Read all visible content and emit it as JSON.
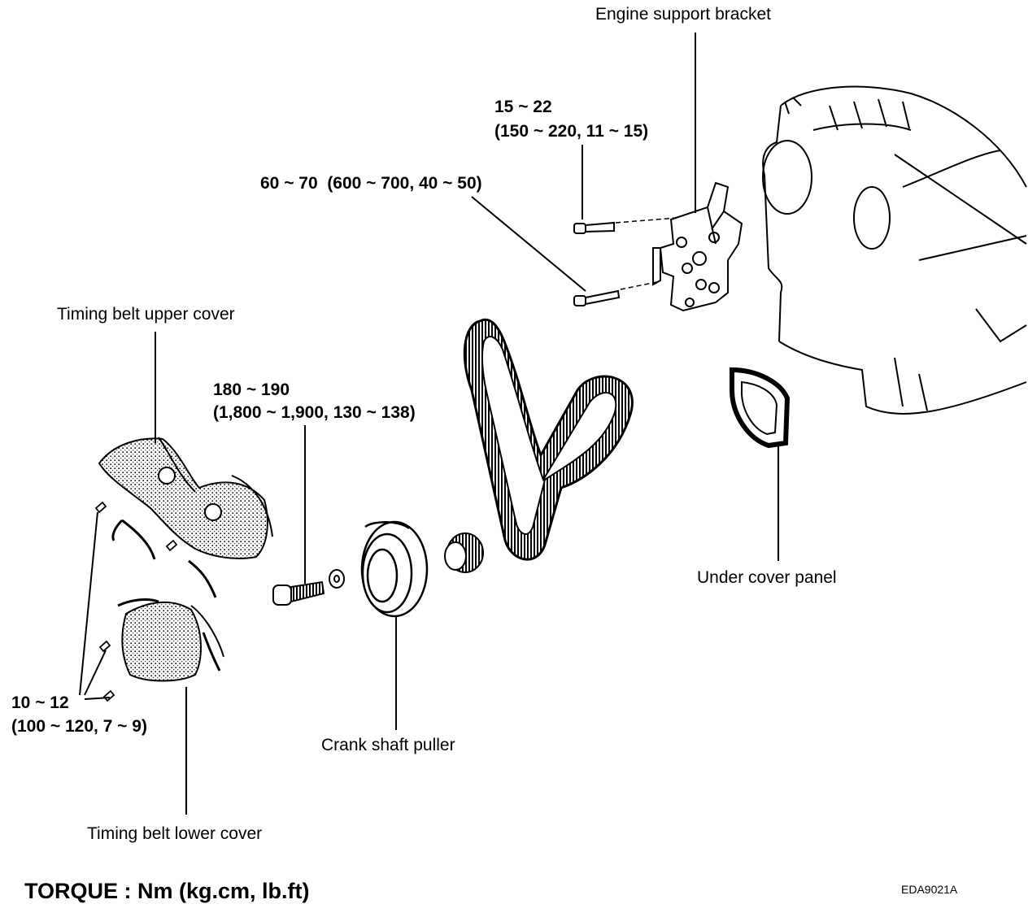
{
  "labels": {
    "engine_support_bracket": "Engine support bracket",
    "bracket_bolt_torque_line1": "15 ~ 22",
    "bracket_bolt_torque_line2": "(150 ~ 220, 11 ~ 15)",
    "bracket_mount_torque": "60 ~ 70  (600 ~ 700, 40 ~ 50)",
    "timing_belt_upper_cover": "Timing belt upper cover",
    "crank_bolt_torque_line1": "180 ~ 190",
    "crank_bolt_torque_line2": "(1,800 ~ 1,900, 130 ~ 138)",
    "under_cover_panel": "Under cover panel",
    "cover_bolt_torque_line1": "10 ~ 12",
    "cover_bolt_torque_line2": "(100 ~ 120, 7 ~ 9)",
    "crank_shaft_puller": "Crank shaft puller",
    "timing_belt_lower_cover": "Timing belt lower cover"
  },
  "footer": {
    "torque_units": "TORQUE : Nm (kg.cm, lb.ft)",
    "figure_code": "EDA9021A"
  }
}
